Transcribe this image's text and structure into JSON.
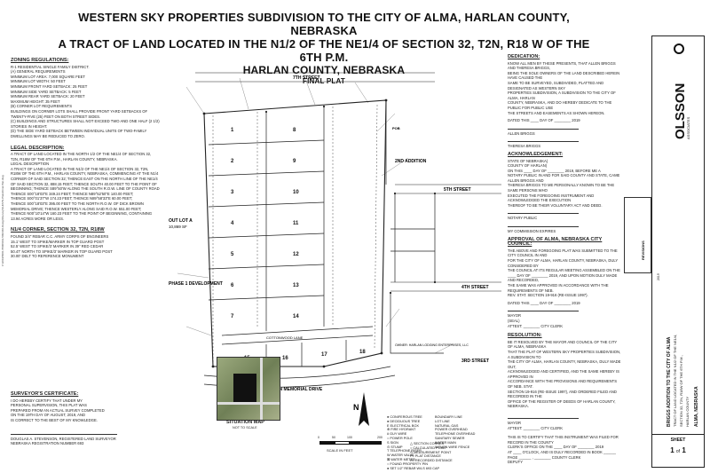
{
  "title": {
    "line1": "WESTERN SKY PROPERTIES SUBDIVISION TO THE CITY OF ALMA, HARLAN COUNTY, NEBRASKA",
    "line2": "A TRACT OF LAND LOCATED IN THE N1/2 OF THE NE1/4 OF SECTION 32, T2N, R18 W OF THE 6TH P.M.",
    "line3": "HARLAN COUNTY, NEBRASKA",
    "line4": "FINAL PLAT"
  },
  "left": {
    "zoning_heading": "ZONING REGULATIONS:",
    "zoning_text": [
      "R-1 RESIDENTIAL SINGLE FAMILY DISTRICT.",
      "(A) GENERAL REQUIREMENTS",
      "MINIMUM LOT AREA: 7,000 SQUARE FEET",
      "MINIMUM LOT WIDTH: 50 FEET",
      "MINIMUM FRONT YARD SETBACK: 25 FEET",
      "MINIMUM SIDE YARD SETBACK: 5 FEET",
      "MINIMUM REAR YARD SETBACK: 20 FEET",
      "MAXIMUM HEIGHT: 35 FEET",
      "(B) CORNER LOT REQUIREMENTS",
      "BUILDINGS ON CORNER LOTS SHALL PROVIDE FRONT YARD SETBACKS OF",
      "TWENTY-FIVE (25) FEET ON BOTH STREET SIDES.",
      "(C) BUILDINGS AND STRUCTURES SHALL NOT EXCEED TWO AND ONE HALF (2 1/2)",
      "STORIES IN HEIGHT.",
      "(D) THE SIDE YARD SETBACK BETWEEN INDIVIDUAL UNITS OF TWO-FAMILY",
      "DWELLINGS MAY BE REDUCED TO ZERO."
    ],
    "legal_heading": "LEGAL DESCRIPTION:",
    "legal_text": [
      "A TRACT OF LAND LOCATED IN THE NORTH 1/2 OF THE NE1/4 OF SECTION 32,",
      "T2N, R18W OF THE 6TH P.M., HARLAN COUNTY, NEBRASKA.",
      "LEGAL DESCRIPTION",
      "A TRACT OF LAND LOCATED IN THE N1/2 OF THE NE1/4 OF SECTION 32, T2N,",
      "R18W OF THE 6TH P.M., HARLAN COUNTY, NEBRASKA, COMMENCING AT THE N1/4",
      "CORNER OF SAID SECTION 32; THENCE EAST ON THE NORTH LINE OF THE NE1/4",
      "OF SAID SECTION 32, 888.15 FEET; THENCE SOUTH 40.00 FEET TO THE POINT OF",
      "BEGINNING; THENCE S89°50'W ALONG THE SOUTH R.O.W. LINE OF COUNTY ROAD",
      "THENCE S00°18'03\"E 349.24 FEET; THENCE N89°52'50\"E 140.00 FEET;",
      "THENCE S00°01'37\"W 174.23 FEET; THENCE N89°58'33\"E 60.00 FEET;",
      "THENCE S00°18'03\"E 395.00 FEET TO THE NORTH R.O.W. OF DICK BROWN",
      "MEMORIAL DRIVE; THENCE WESTERLY ALONG SAID R.O.W. 551.00 FEET;",
      "THENCE N00°10'14\"W 160.23 FEET TO THE POINT OF BEGINNING, CONTAINING",
      "13.94 ACRES MORE OR LESS."
    ],
    "note_heading": "N1/4 CORNER, SECTION 32, T2N, R18W",
    "note_text": [
      "FOUND 3/4\" REBAR C.C. ARMY CORPS OF ENGINEERS",
      "15.1' WEST TO SPIKE/MARKER IN TOP GUARD POST",
      "52.5' WEST TO SPIKE/3' MARKER IN 39\" RED CEDAR",
      "50.47' NORTH TO SPIKE/3' MARKER IN TOP GUARD POST",
      "30.00' DELT TO REFERENCE MONUMENT"
    ],
    "surveyor_heading": "SURVEYOR'S CERTIFICATE:",
    "surveyor_text": [
      "I DO HEREBY CERTIFY THAT UNDER MY",
      "PERSONAL SUPERVISION, THIS PLAT WAS",
      "PREPARED FROM AN ACTUAL SURVEY COMPLETED",
      "ON THE 19TH DAY OF AUGUST, 2019, AND",
      "IS CORRECT TO THE BEST OF MY KNOWLEDGE."
    ],
    "surveyor_sig": "DOUGLAS A. STEVENSON, REGISTERED LAND SURVEYOR",
    "surveyor_lic": "NEBRASKA REGISTRATION NUMBER 693"
  },
  "plat": {
    "street_7th": "7TH STREET",
    "street_5th": "5TH STREET",
    "street_4th": "4TH STREET",
    "street_3rd": "3RD STREET",
    "street_dick": "DICK BROWN MEMORIAL DRIVE",
    "cottonwood": "COTTONWOOD LANE",
    "addition_2nd": "2ND ADDITION",
    "outlot": "OUT LOT A",
    "outlot_area": "10,869 SF",
    "phase1": "PHASE 1 DEVELOPMENT",
    "pob": "POB",
    "harlan_owner": "OWNER: HARLAN LODGING ENTERPRISES, LLC",
    "situation_map": "SITUATION MAP",
    "situation_scale": "NOT TO SCALE",
    "scale_label": "SCALE IN FEET",
    "scale_ticks": [
      "0",
      "50",
      "100",
      "200"
    ],
    "north": "N",
    "lots": [
      "1",
      "2",
      "3",
      "4",
      "5",
      "6",
      "7",
      "8",
      "9",
      "10",
      "11",
      "12",
      "13",
      "14",
      "15",
      "16",
      "17",
      "18"
    ]
  },
  "legend": {
    "items": [
      "● CONIFEROUS TREE",
      "● DECIDUOUS TREE",
      "E ELECTRICAL BOX",
      "⊕ FIRE HYDRANT",
      "ŏ GUY WIRE",
      "○ POWER POLE",
      "S SIGN",
      "⊙ STUMP",
      "T TELEPHONE RISER",
      "W WATER VALVE",
      "⊠ WATER METER",
      "○ FOUND PROPERTY PIN",
      "● SET 1/2\" REBAR W/LS 693 CAP",
      "△ SECTION CORNER",
      "○ CALCULATED POINT",
      "⊙ MEASUREMENT POINT",
      "P= PLAT DISTANCE",
      "R= RECORDED DISTANCE"
    ],
    "lines": [
      "BOUNDARY LINE",
      "LOT LINE",
      "NATURAL GAS",
      "POWER OVERHEAD",
      "TELEPHONE OVERHEAD",
      "SANITARY SEWER",
      "WATER MAIN",
      "WOVEN WIRE FENCE"
    ]
  },
  "right": {
    "dedication_heading": "DEDICATION:",
    "dedication_text": [
      "KNOW ALL MEN BY THESE PRESENTS, THAT ALLEN BRIGGS AND THERESA BRIGGS,",
      "BEING THE SOLE OWNERS OF THE LAND DESCRIBED HEREIN HAVE CAUSED THE",
      "SAME TO BE SURVEYED, SUBDIVIDED, PLATTED AND DESIGNATED AS WESTERN SKY",
      "PROPERTIES SUBDIVISION, A SUBDIVISION TO THE CITY OF ALMA, HARLAN",
      "COUNTY, NEBRASKA, AND DO HEREBY DEDICATE TO THE PUBLIC FOR PUBLIC USE",
      "THE STREETS AND EASEMENTS AS SHOWN HEREON."
    ],
    "dated": "DATED THIS ____ DAY OF ________ 2019",
    "owner1": "ALLEN BRIGGS",
    "owner2": "THERESA BRIGGS",
    "ack_heading": "ACKNOWLEDGEMENT:",
    "ack_state": "STATE OF NEBRASKA)",
    "ack_county": "COUNTY OF HARLAN)",
    "ack_text": [
      "ON THIS ____ DAY OF ________ 2019, BEFORE ME A",
      "NOTARY PUBLIC IN AND FOR SAID COUNTY AND STATE, CAME ALLEN BRIGGS AND",
      "THERESA BRIGGS TO ME PERSONALLY KNOWN TO BE THE SAME PERSONS WHO",
      "EXECUTED THE FOREGOING INSTRUMENT AND ACKNOWLEDGED THE EXECUTION",
      "THEREOF TO BE THEIR VOLUNTARY ACT AND DEED."
    ],
    "notary": "NOTARY PUBLIC",
    "commission": "MY COMMISSION EXPIRES",
    "council_heading": "APPROVAL OF ALMA, NEBRASKA CITY COUNCIL:",
    "council_text": [
      "THE ABOVE AND FOREGOING PLAT WAS SUBMITTED TO THE CITY COUNCIL IN AND",
      "FOR THE CITY OF ALMA, HARLAN COUNTY, NEBRASKA, DULY CONSIDERED BY",
      "THE COUNCIL AT ITS REGULAR MEETING ASSEMBLED ON THE",
      "____ DAY OF ________ 2019, AND UPON MOTION DULY MADE AND RECORDED,",
      "THE SAME WAS APPROVED IN ACCORDANCE WITH THE REQUIREMENTS OF NEB.",
      "REV. STAT. SECTION 19-916 (RE-ISSUE 1997)."
    ],
    "council_dated": "DATED THIS ____ DAY OF ________ 2019",
    "mayor": "MAYOR",
    "seal": "(SEAL)",
    "attest": "ATTEST: ________ CITY CLERK",
    "resolution_heading": "RESOLUTION:",
    "resolution_text": [
      "BE IT RESOLVED BY THE MAYOR AND COUNCIL OF THE CITY OF ALMA, NEBRASKA",
      "THAT THE PLAT OF WESTERN SKY PROPERTIES SUBDIVISION, A SUBDIVISION TO",
      "THE CITY OF ALMA, HARLAN COUNTY, NEBRASKA, DULY MADE OUT,",
      "ACKNOWLEDGED AND CERTIFIED, AND THE SAME HEREBY IS APPROVED IN",
      "ACCORDANCE WITH THE PROVISIONS AND REQUIREMENTS OF NEB. STAT.",
      "SECTION 19-916 (RE-ISSUE 1997), AND ORDERED FILED AND RECORDED IN THE",
      "OFFICE OF THE REGISTER OF DEEDS OF HARLAN COUNTY, NEBRASKA."
    ],
    "record_text": [
      "THIS IS TO CERTIFY THAT THIS INSTRUMENT WAS FILED FOR RECORD IN THE COUNTY",
      "CLERK'S OFFICE ON THE ____ DAY OF ________ 2019",
      "AT ____ O'CLOCK, AND IS DULY RECORDED IN BOOK ______",
      "PAGE ______ , ________ COUNTY CLERK",
      "DEPUTY"
    ]
  },
  "titleblock": {
    "firm": "OLSSON",
    "firm_sub": "ASSOCIATES",
    "project": "BRIGGS ADDITION TO THE CITY OF ALMA",
    "project2": "TRACT OF LAND LOCATED IN THE N1/2 OF THE NE1/4,",
    "project3": "SECTION 32, T2N, R18W OF THE 6TH P.M.,",
    "project4": "HARLAN COUNTY",
    "state": "ALMA, NEBRASKA",
    "revisions": "REVISIONS",
    "sheet_label": "SHEET",
    "sheet_num": "1",
    "of_label": "of",
    "sheet_total": "1",
    "year": "2019"
  },
  "sidebar_path": "F:\\2019\\5001-5500\\019-5094\\40-Design\\Survey\\SURV\\5-Plats\\Final Plat.dwg"
}
